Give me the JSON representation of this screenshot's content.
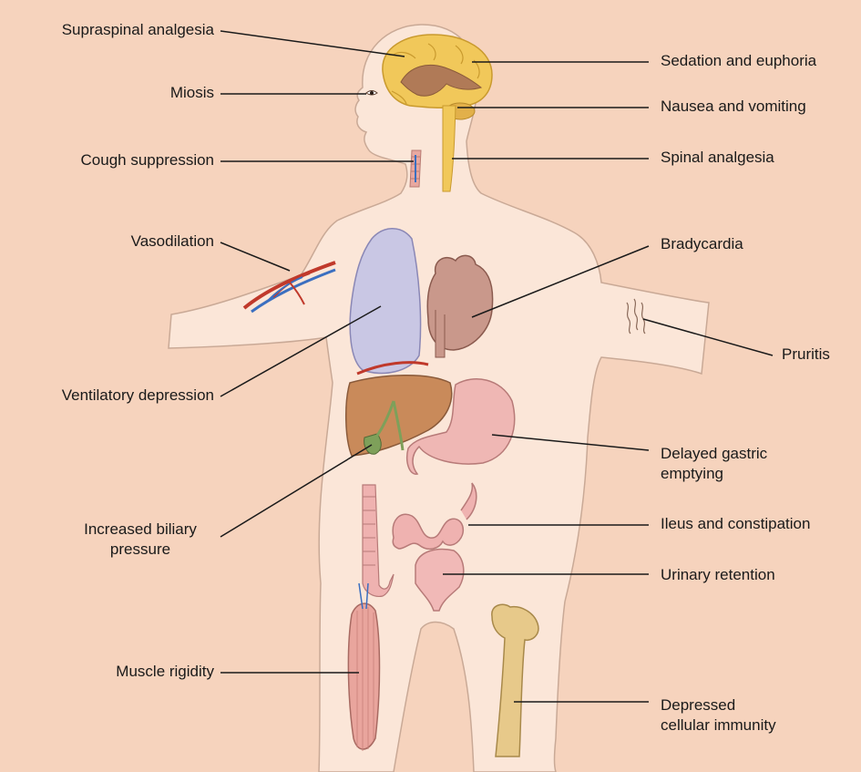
{
  "colors": {
    "background": "#f6d3bd",
    "body_fill": "#fbe6d8",
    "body_outline": "#c9a996",
    "brain": "#f1c85a",
    "brain_inner": "#b07a57",
    "lung": "#c9c7e4",
    "heart": "#c9988b",
    "liver": "#c98a5a",
    "gallbladder": "#7ea05a",
    "stomach": "#efb7b4",
    "intestine": "#efb2b0",
    "bladder": "#f1b9b7",
    "muscle": "#e9a59d",
    "bone": "#e7c98a",
    "artery": "#c0392b",
    "vein": "#3b6fc0",
    "leader_line": "#1a1a1a"
  },
  "icons": [
    "brain-icon",
    "eye-icon",
    "trachea-icon",
    "spinal-cord-icon",
    "blood-vessels-icon",
    "lung-icon",
    "heart-icon",
    "liver-icon",
    "gallbladder-icon",
    "stomach-icon",
    "colon-icon",
    "small-intestine-icon",
    "bladder-icon",
    "muscle-icon",
    "femur-icon",
    "itch-marks-icon"
  ],
  "labels": {
    "supraspinal_analgesia": "Supraspinal analgesia",
    "miosis": "Miosis",
    "cough_suppression": "Cough suppression",
    "vasodilation": "Vasodilation",
    "ventilatory_depression": "Ventilatory depression",
    "increased_biliary_pressure_1": "Increased biliary",
    "increased_biliary_pressure_2": "pressure",
    "muscle_rigidity": "Muscle rigidity",
    "sedation_and_euphoria": "Sedation and euphoria",
    "nausea_and_vomiting": "Nausea and vomiting",
    "spinal_analgesia": "Spinal analgesia",
    "bradycardia": "Bradycardia",
    "pruritis": "Pruritis",
    "delayed_gastric_emptying_1": "Delayed gastric",
    "delayed_gastric_emptying_2": "emptying",
    "ileus_and_constipation": "Ileus and constipation",
    "urinary_retention": "Urinary retention",
    "depressed_cellular_immunity_1": "Depressed",
    "depressed_cellular_immunity_2": "cellular immunity"
  }
}
